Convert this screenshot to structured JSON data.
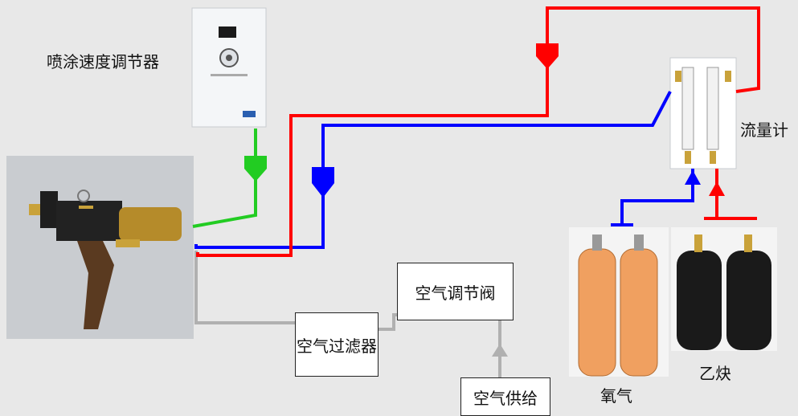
{
  "labels": {
    "spray_speed_controller": "喷涂速度调节器",
    "flowmeter": "流量计",
    "oxygen": "氧气",
    "acetylene": "乙炔"
  },
  "boxes": {
    "air_regulator_valve": "空气调节阀",
    "air_filter": "空气过滤器",
    "air_supply": "空气供给"
  },
  "colors": {
    "oxygen_line": "#ff0000",
    "acetylene_line": "#0000ff",
    "control_line": "#22cc22",
    "air_line": "#b0b0b0",
    "oxygen_cylinder": "#f0a060",
    "acetylene_cylinder": "#1a1a1a",
    "gun_body": "#b58b2a"
  }
}
